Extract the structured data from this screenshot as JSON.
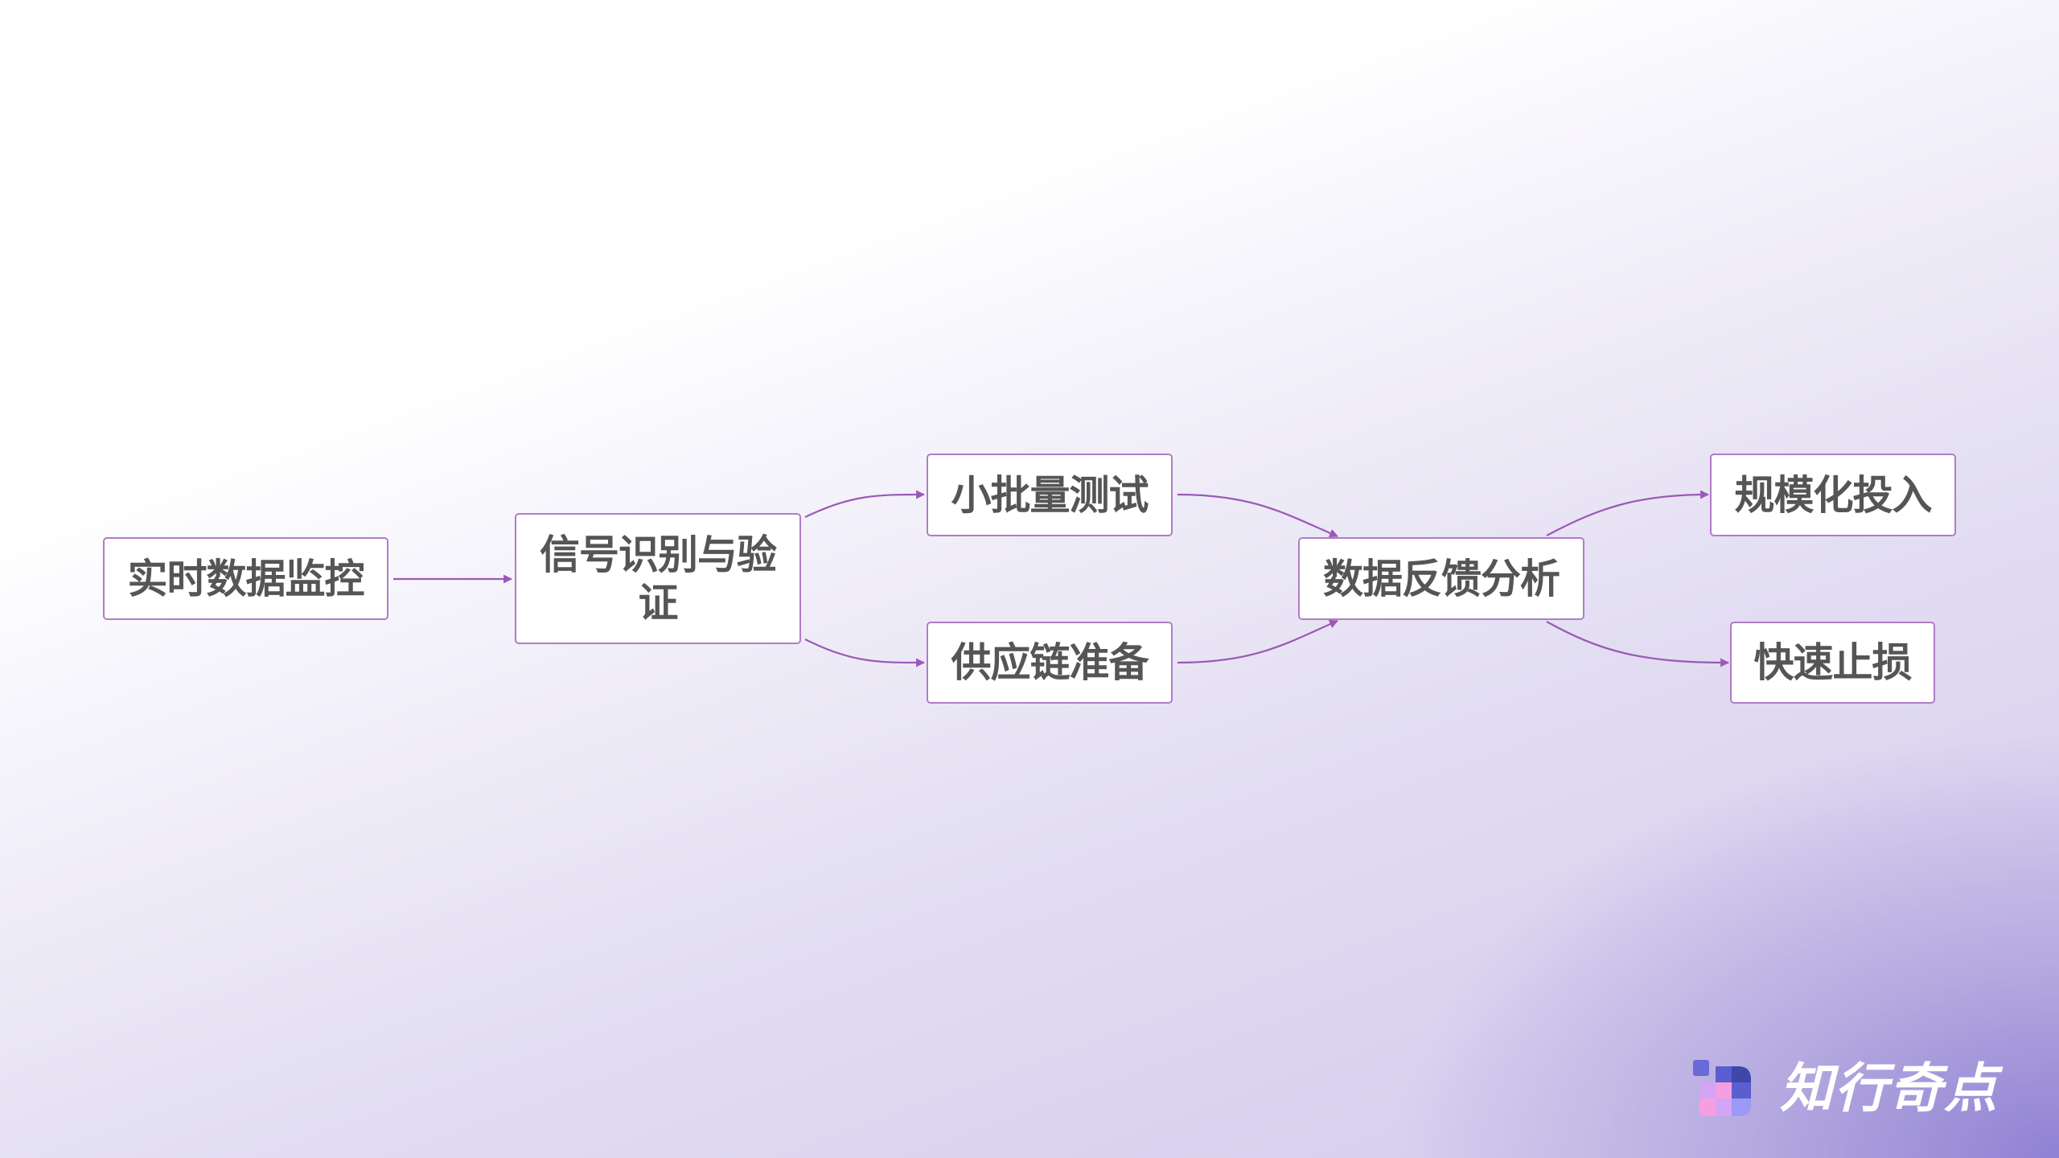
{
  "diagram": {
    "type": "flowchart",
    "nodes": [
      {
        "id": "n1",
        "label": "实时数据监控"
      },
      {
        "id": "n2",
        "label": "信号识别与验证"
      },
      {
        "id": "n3",
        "label": "小批量测试"
      },
      {
        "id": "n4",
        "label": "供应链准备"
      },
      {
        "id": "n5",
        "label": "数据反馈分析"
      },
      {
        "id": "n6",
        "label": "规模化投入"
      },
      {
        "id": "n7",
        "label": "快速止损"
      }
    ],
    "edges": [
      {
        "from": "n1",
        "to": "n2"
      },
      {
        "from": "n2",
        "to": "n3"
      },
      {
        "from": "n2",
        "to": "n4"
      },
      {
        "from": "n3",
        "to": "n5"
      },
      {
        "from": "n4",
        "to": "n5"
      },
      {
        "from": "n5",
        "to": "n6"
      },
      {
        "from": "n5",
        "to": "n7"
      }
    ],
    "colors": {
      "edge": "#9b59b6",
      "node_border": "#b07cc6",
      "node_fill": "#ffffff",
      "text": "#555555"
    }
  },
  "brand": {
    "name": "知行奇点",
    "icon": "pixel-d-logo-icon"
  }
}
